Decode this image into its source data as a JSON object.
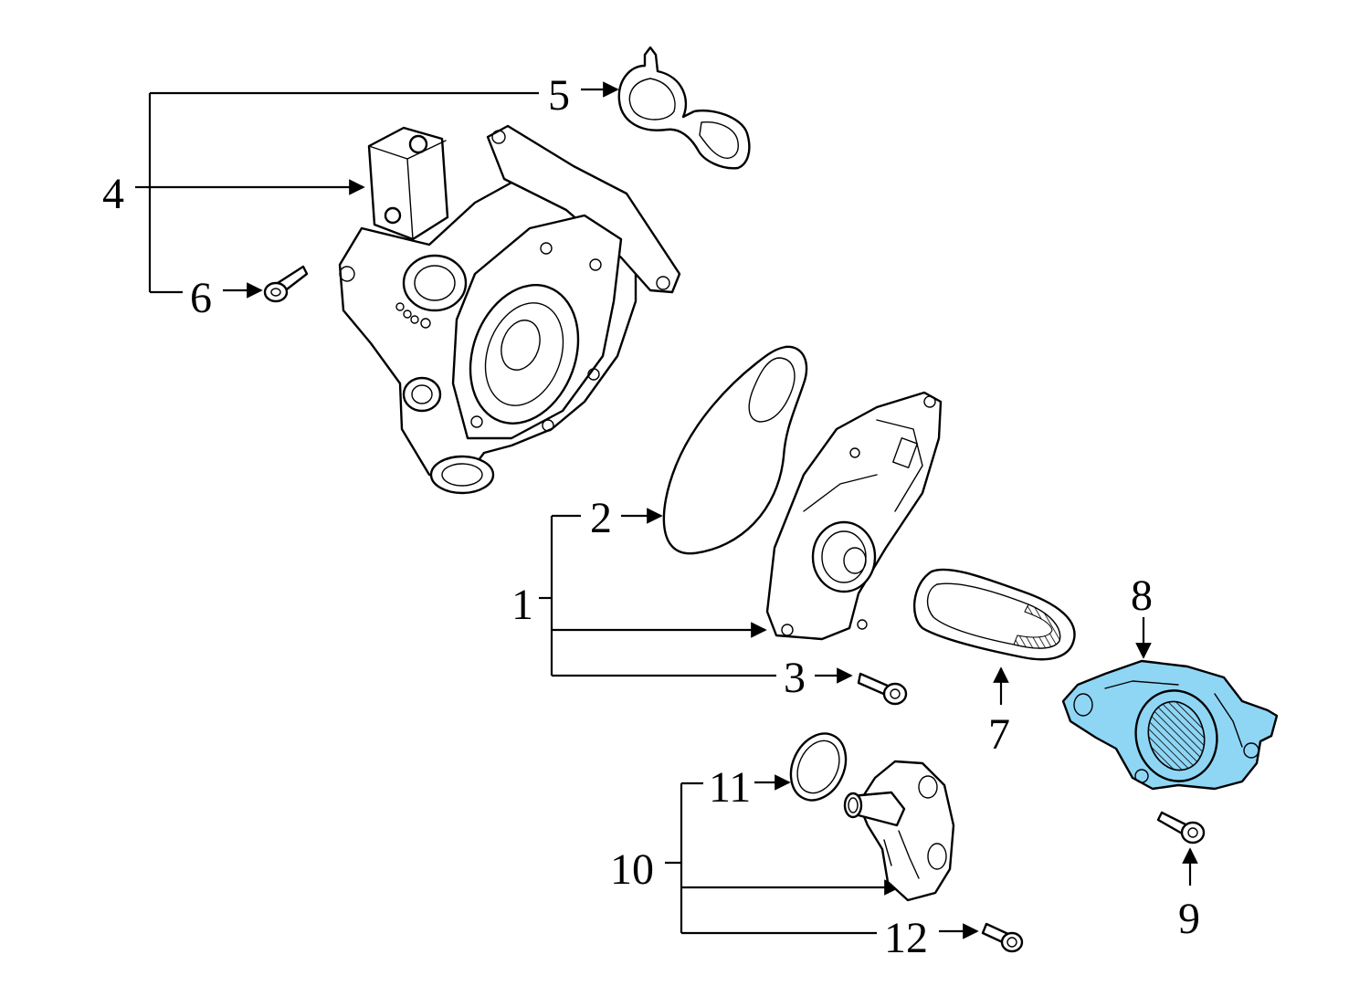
{
  "callouts": {
    "c1": "1",
    "c2": "2",
    "c3": "3",
    "c4": "4",
    "c5": "5",
    "c6": "6",
    "c7": "7",
    "c8": "8",
    "c9": "9",
    "c10": "10",
    "c11": "11",
    "c12": "12"
  },
  "colors": {
    "line": "#000000",
    "highlight": "#8fd6f5",
    "background": "#ffffff"
  }
}
